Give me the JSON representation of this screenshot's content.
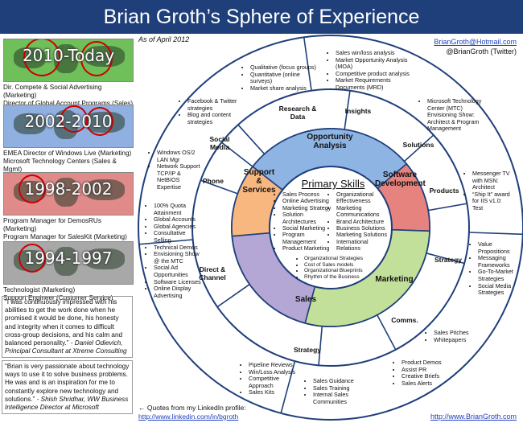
{
  "header": {
    "title": "Brian Groth’s Sphere of Experience"
  },
  "as_of": "As of April  2012",
  "contact": {
    "email": "BrianGroth@Hotmail.com",
    "twitter": "@BrianGroth (Twitter)"
  },
  "eras": [
    {
      "years": "2010-Today",
      "color": "#3f9a3a",
      "roles": [
        "Dir. Compete & Social Advertising (Marketing)",
        "Director of Global Account Programs (Sales)"
      ]
    },
    {
      "years": "2002-2010",
      "color": "#4d7fc4",
      "roles": [
        "EMEA Director of Windows Live (Marketing)",
        "Microsoft Technology Centers (Sales & Mgmt)"
      ]
    },
    {
      "years": "1998-2002",
      "color": "#d85c5c",
      "roles": [
        "Program Manager for DemosRUs (Marketing)",
        "Program Manager for SalesKit (Marketing)"
      ]
    },
    {
      "years": "1994-1997",
      "color": "#8a8a8a",
      "roles": [
        "Technologist (Marketing)",
        "Support Engineer (Customer Service)"
      ]
    }
  ],
  "quotes": [
    {
      "text": "“I was continuously impressed with his abilities to get the work done when he promised it would be done, his honesty and integrity when it comes to difficult cross-group decisions, and his calm and balanced personality.”",
      "author": " - Daniel Odievich, Principal Consultant at Xtreme Consulting"
    },
    {
      "text": "“Brian is very passionate about technology ways to use it to solve business problems. He was and is an inspiration for me to constantly explore new technology and solutions.”",
      "author": " - Shish Shridhar, WW Business Intelligence Director at Microsoft"
    }
  ],
  "footer": {
    "quotes_note": "← Quotes from my LinkedIn profile:",
    "linkedin_url": "http://www.linkedin.com/in/bgroth",
    "site_url": "http://www.BrianGroth.com"
  },
  "core": {
    "title": "Primary Skills",
    "left_skills": [
      "Sales Process",
      "Online Advertising",
      "Marketing Strategy",
      "Solution Architectures",
      "Social Marketing",
      "Program Management",
      "Product Marketing"
    ],
    "right_skills": [
      "Organizational Effectiveness",
      "Marketing Communications",
      "Brand Architecture",
      "Business Solutions",
      "Marketing Solutions",
      "International Relations"
    ],
    "extra_skills": [
      "Organizational Strategies",
      "Cost of Sales models",
      "Organizational Blueprints",
      "Rhythm of the Business"
    ]
  },
  "sectors": {
    "opportunity": {
      "label": "Opportunity Analysis",
      "color": "#8eb4e3"
    },
    "software": {
      "label": "Software Development",
      "color": "#e6837f"
    },
    "marketing": {
      "label": "Marketing",
      "color": "#c3e09a"
    },
    "sales": {
      "label": "Sales",
      "color": "#b4a7d6"
    },
    "support": {
      "label": "Support & Services",
      "color": "#f8b77f"
    }
  },
  "ring": {
    "research": "Research & Data",
    "insights": "Insights",
    "solutions": "Solutions",
    "products": "Products",
    "strategy_right": "Strategy",
    "comms": "Comms.",
    "strategy_bottom": "Strategy",
    "direct_channel": "Direct & Channel",
    "phone": "Phone",
    "social_media": "Social Media"
  },
  "outer": {
    "research": [
      "Qualitative (focus groups)",
      "Quantitative (online surveys)",
      "Market share analysis"
    ],
    "insights": [
      "Sales win/loss analysis",
      "Market Opportunity Analysis (MOA)",
      "Competitive product analysis",
      "Market Requirements Documents (MRD)"
    ],
    "solutions": [
      "Microsoft Technology Center (MTC) Envisioning Show: Architect & Program Management"
    ],
    "products": [
      "Messenger TV with MSN: Architect",
      "“Ship It” award for IIS v1.0: Test"
    ],
    "strategy_right": [
      "Value Propositions",
      "Messaging Frameworks",
      "Go-To-Market Strategies",
      "Social Media Strategies"
    ],
    "comms": [
      "Sales Pitches",
      "Whitepapers"
    ],
    "marketing_bottom": [
      "Product Demos",
      "Assist PR",
      "Creative Briefs",
      "Sales Alerts"
    ],
    "sales_guidance": [
      "Sales Guidance",
      "Sales Training",
      "Internal Sales Communities"
    ],
    "pipeline": [
      "Pipeline Reviews",
      "Win/Loss Analysis",
      "Competitive Approach",
      "Sales Kits"
    ],
    "direct_channel": [
      "100% Quota Attainment",
      "Global Accounts",
      "Global Agencies",
      "Consultative Selling",
      "Technical Demos",
      "Envisioning Show @ the MTC",
      "Social Ad Opportunities",
      "Software Licenses",
      "Online Display Advertising"
    ],
    "phone": [
      "Windows OS/2 LAN Mgr",
      "Network Support TCP/IP & NetBIOS Expertise"
    ],
    "social": [
      "Facebook & Twitter strategies",
      "Blog and content strategies"
    ]
  }
}
